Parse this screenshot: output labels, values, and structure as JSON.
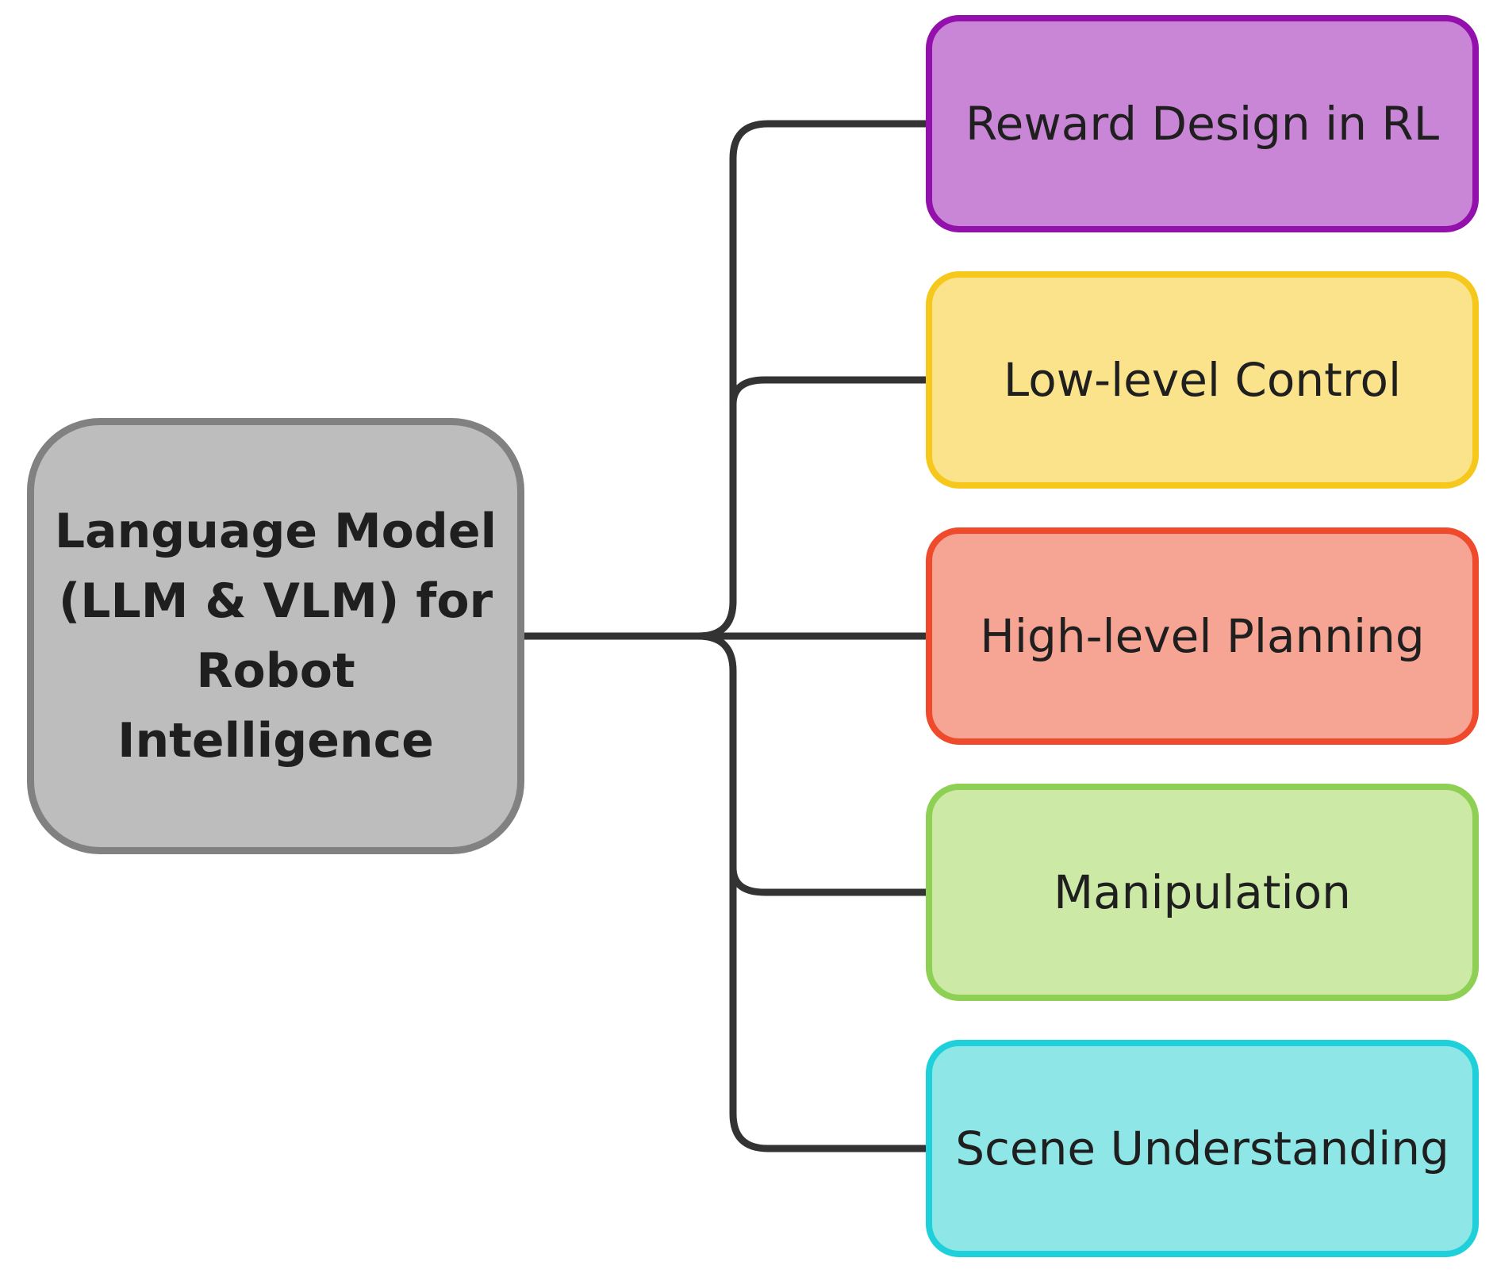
{
  "root": {
    "label": "Language Model\n(LLM & VLM) for\nRobot Intelligence"
  },
  "branches": [
    {
      "label": "Reward Design in RL",
      "fill": "#c986d6",
      "border": "#9410ac"
    },
    {
      "label": "Low-level Control",
      "fill": "#fbe38c",
      "border": "#f7c81c"
    },
    {
      "label": "High-level Planning",
      "fill": "#f6a493",
      "border": "#ef4a2b"
    },
    {
      "label": "Manipulation",
      "fill": "#cde9a6",
      "border": "#8ed053"
    },
    {
      "label": "Scene Understanding",
      "fill": "#8ee6e7",
      "border": "#1ed0d9"
    }
  ],
  "connector_color": "#333333"
}
